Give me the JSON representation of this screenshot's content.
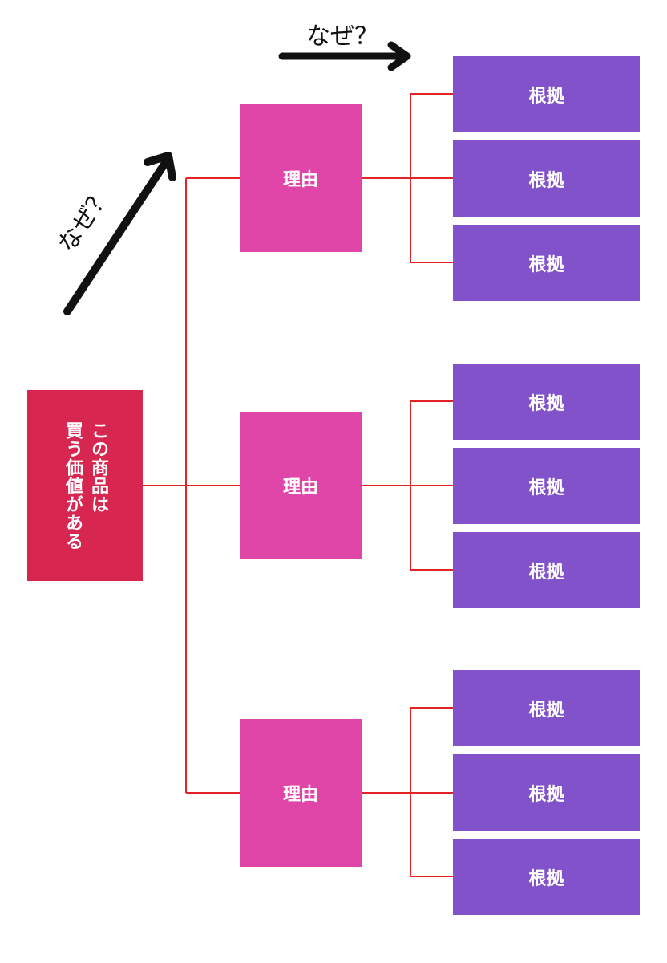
{
  "root": {
    "label": "この商品は\n買う価値がある"
  },
  "reasons": [
    {
      "label": "理由",
      "evidence": [
        "根拠",
        "根拠",
        "根拠"
      ]
    },
    {
      "label": "理由",
      "evidence": [
        "根拠",
        "根拠",
        "根拠"
      ]
    },
    {
      "label": "理由",
      "evidence": [
        "根拠",
        "根拠",
        "根拠"
      ]
    }
  ],
  "annotations": {
    "why_horizontal": "なぜ？",
    "why_diagonal": "なぜ？"
  },
  "colors": {
    "root": "#d72650",
    "reason": "#e046a8",
    "evidence": "#8152c9",
    "connector": "#e02424",
    "arrow": "#111111"
  }
}
